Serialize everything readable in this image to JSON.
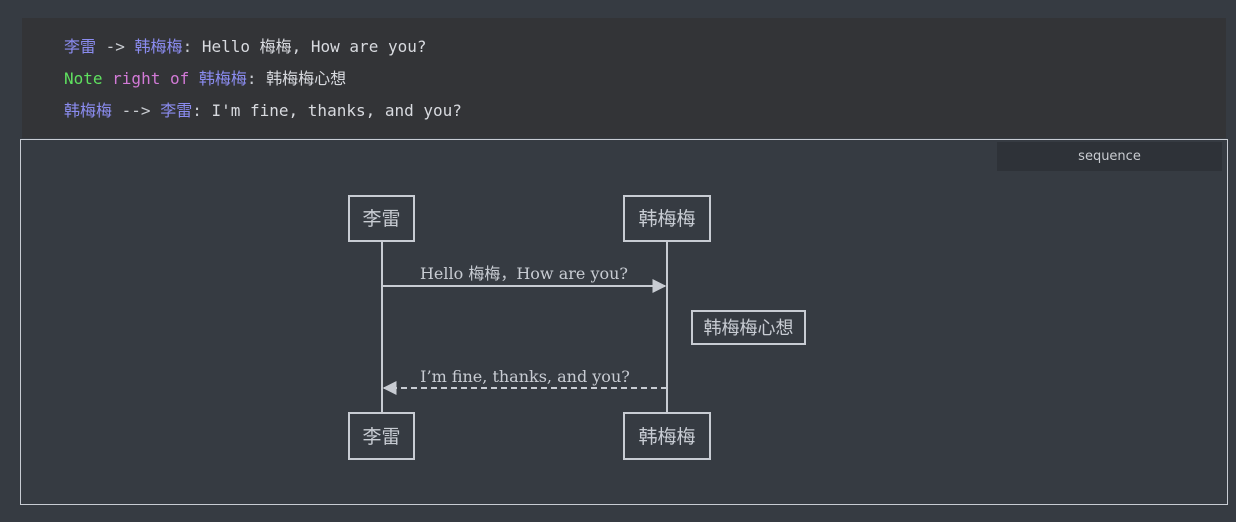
{
  "code": {
    "line1": {
      "from": "李雷",
      "arrow": " -> ",
      "to": "韩梅梅",
      "sep": ": ",
      "message": "Hello 梅梅, How are you?"
    },
    "line2": {
      "note_kw": "Note",
      "right_of_kw": " right of ",
      "actor": "韩梅梅",
      "sep": ": ",
      "text": "韩梅梅心想"
    },
    "line3": {
      "from": "韩梅梅",
      "arrow": " --> ",
      "to": "李雷",
      "sep": ": ",
      "message": "I'm fine, thanks, and you?"
    }
  },
  "badge": {
    "label": "sequence"
  },
  "diagram": {
    "actors": [
      "李雷",
      "韩梅梅"
    ],
    "messages": [
      {
        "from": "李雷",
        "to": "韩梅梅",
        "text": "Hello 梅梅，How are you?",
        "style": "solid"
      },
      {
        "from": "韩梅梅",
        "to": "李雷",
        "text": "I’m fine, thanks, and you?",
        "style": "dashed"
      }
    ],
    "note": {
      "position": "right of",
      "actor": "韩梅梅",
      "text": "韩梅梅心想"
    },
    "line_color": "#c8ccd3"
  }
}
